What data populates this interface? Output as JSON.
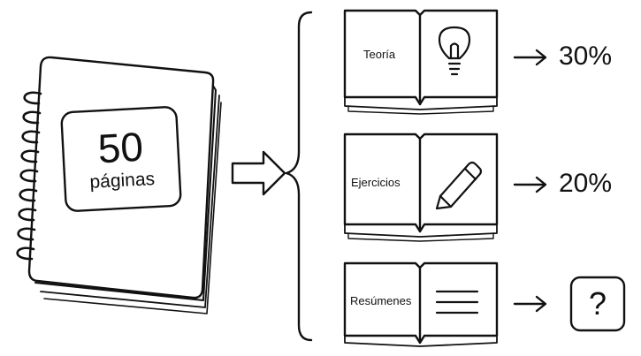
{
  "notebook": {
    "number": "50",
    "unit": "páginas"
  },
  "sections": [
    {
      "label": "Teoría",
      "icon": "lightbulb-icon",
      "result": "30%"
    },
    {
      "label": "Ejercicios",
      "icon": "pencil-icon",
      "result": "20%"
    },
    {
      "label": "Resúmenes",
      "icon": "text-lines-icon",
      "result": "?"
    }
  ],
  "colors": {
    "ink": "#111111",
    "paper": "#ffffff",
    "page_edge": "#e9e9e9"
  }
}
